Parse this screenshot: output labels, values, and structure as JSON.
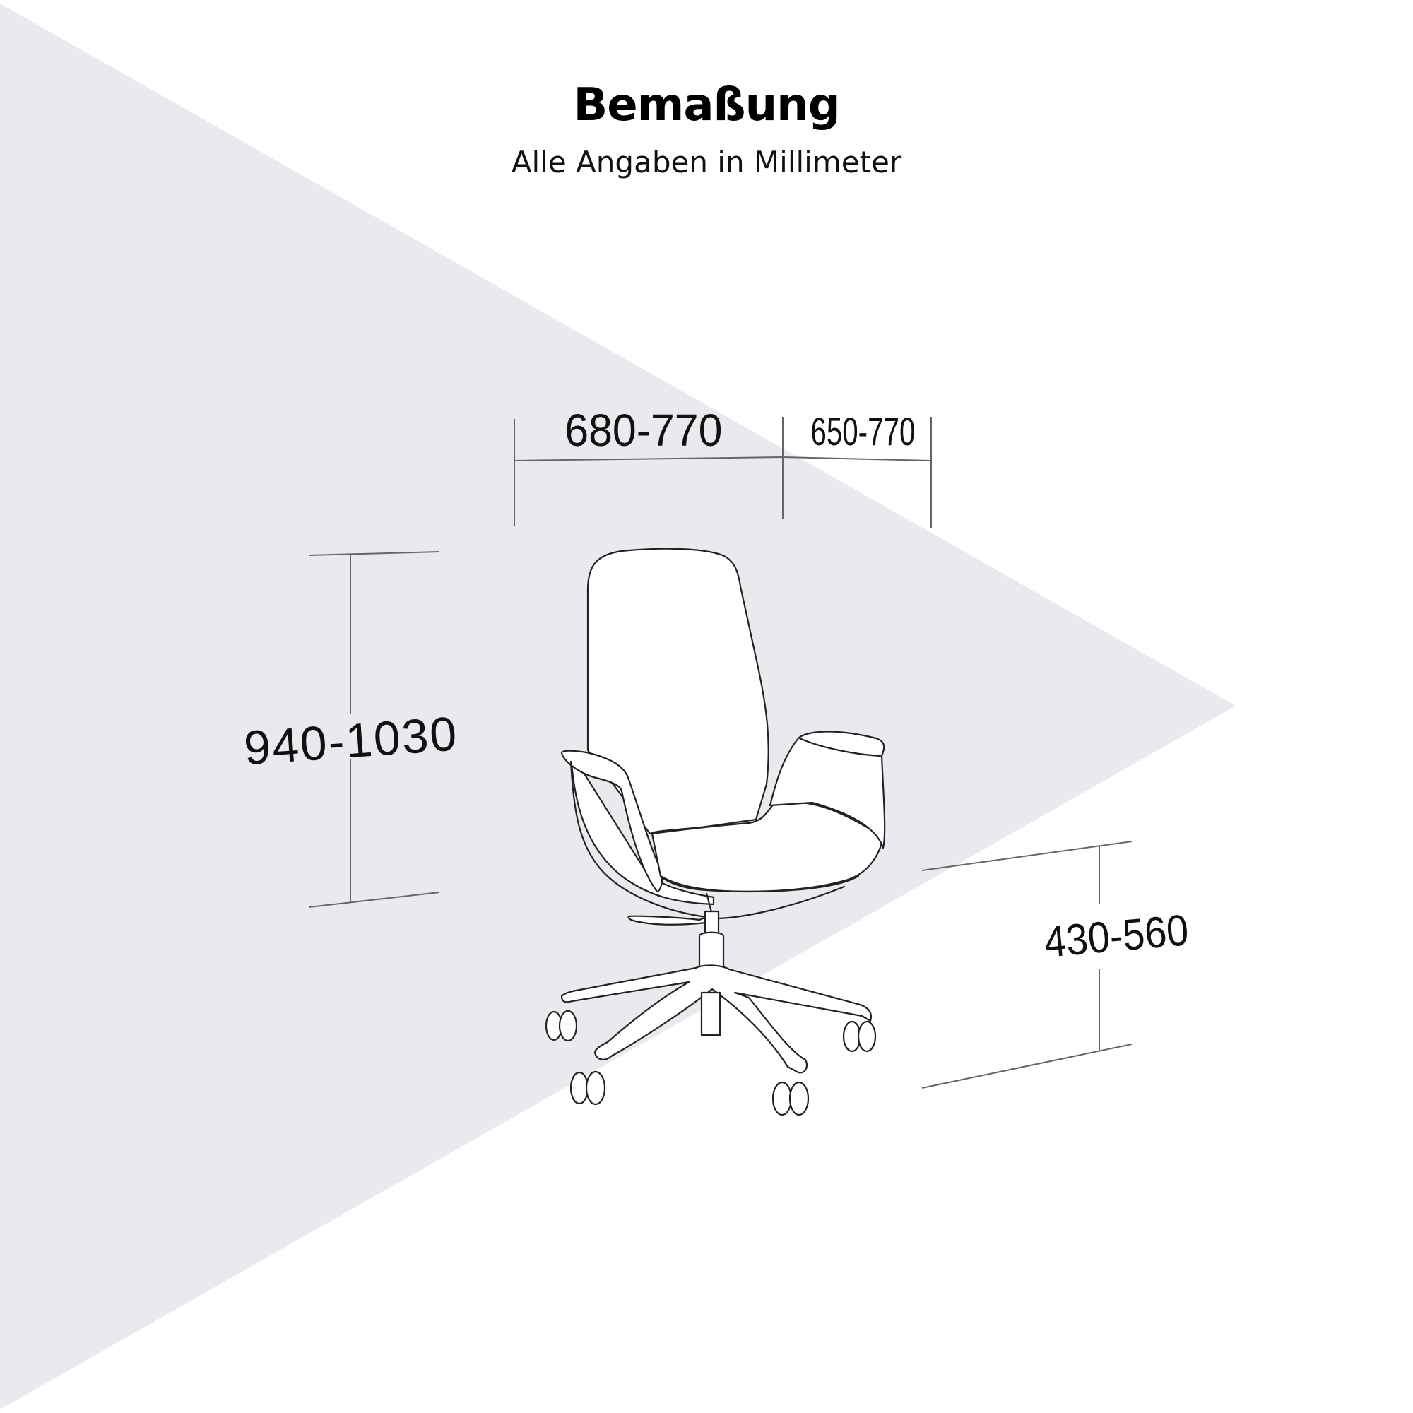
{
  "header": {
    "title": "Bemaßung",
    "subtitle": "Alle Angaben in Millimeter"
  },
  "dimensions": {
    "width": "680-770",
    "depth": "650-770",
    "height": "940-1030",
    "seat_height": "430-560"
  },
  "colors": {
    "background": "#ffffff",
    "triangle": "#e9eaee",
    "lines": "#555555",
    "text": "#000000"
  },
  "illustration": {
    "subject": "office-swivel-chair",
    "features": [
      "high-backrest",
      "armrests",
      "gas-lift-column",
      "height-lever",
      "five-star-base",
      "five-casters"
    ]
  }
}
